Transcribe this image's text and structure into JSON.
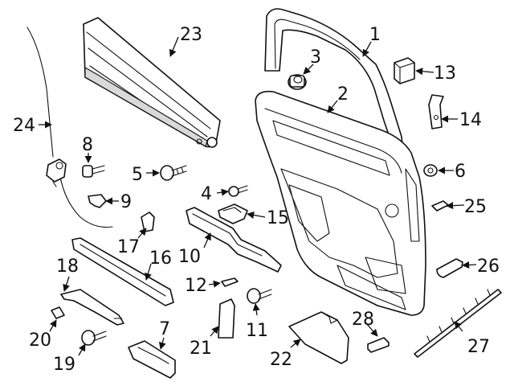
{
  "diagram": {
    "callouts": [
      "1",
      "2",
      "3",
      "4",
      "5",
      "6",
      "7",
      "8",
      "9",
      "10",
      "11",
      "12",
      "13",
      "14",
      "15",
      "16",
      "17",
      "18",
      "19",
      "20",
      "21",
      "22",
      "23",
      "24",
      "25",
      "26",
      "27",
      "28"
    ],
    "line_color": "#111111",
    "background": "#ffffff"
  }
}
